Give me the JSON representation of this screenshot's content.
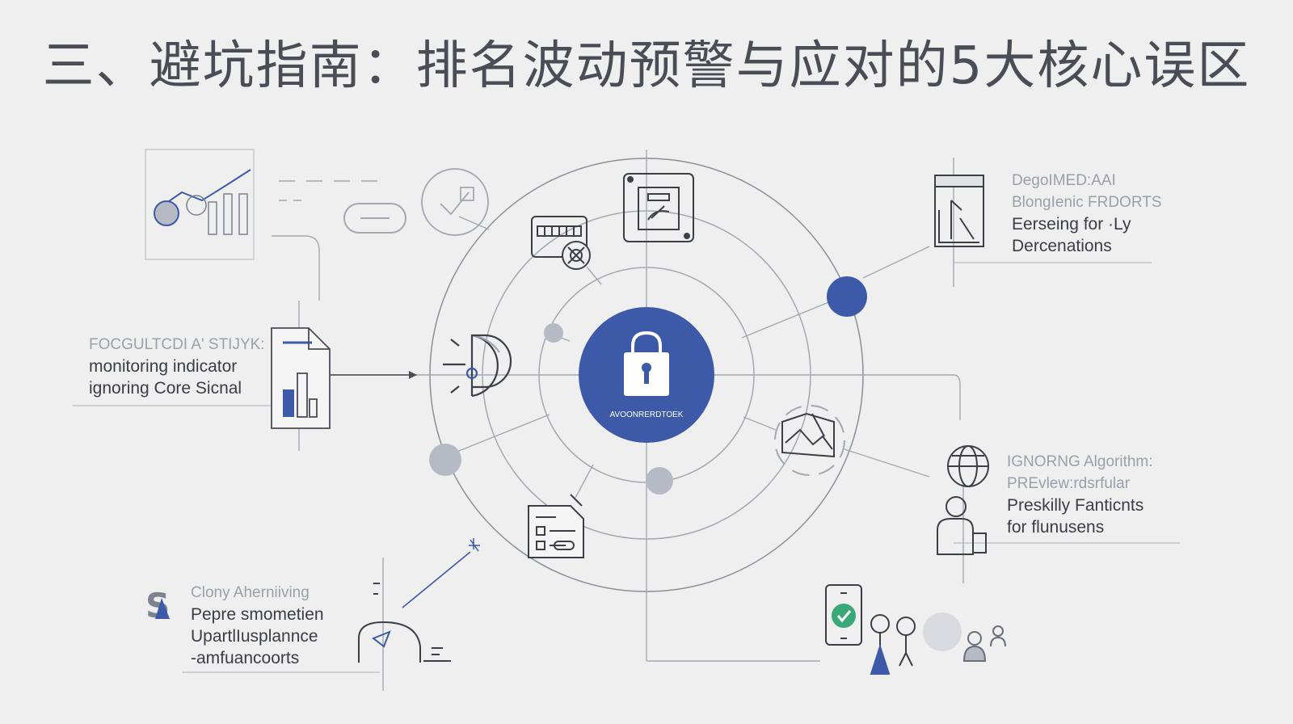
{
  "title": "三、避坑指南：排名波动预警与应对的5大核心误区",
  "center": {
    "label": "AVOONRERDTOEK",
    "icon": "lock-icon"
  },
  "colors": {
    "accent": "#3d5aa8",
    "node_grey": "#b6bac4",
    "line": "#8a9098",
    "text": "#3a3d44",
    "faint_text": "#9aa0aa"
  },
  "callouts": {
    "left_mid": {
      "heading": "FOCGULTCDI A' STIJYK:",
      "line1": "monitoring indicator",
      "line2": "ignoring Core Sicnal"
    },
    "right_top": {
      "heading": "DegoIMED:AAI",
      "subheading": "BlongIenic FRDORTS",
      "line1": "Eerseing for ·Ly",
      "line2": "Dercenations"
    },
    "right_mid": {
      "heading": "IGNORNG Algorithm:",
      "subheading": "PREvlew:rdsrfular",
      "line1": "Preskilly Fanticnts",
      "line2": "for flunusens"
    },
    "left_bottom": {
      "heading": "Clony Aherniiving",
      "line1": "Pepre smometien",
      "line2": "UpartlIusplannce",
      "line3": "-amfuancoorts"
    }
  },
  "icons": [
    "trend-chart-icon",
    "link-icon",
    "checkmark-circle-icon",
    "keyboard-gear-icon",
    "secure-document-icon",
    "target-icon",
    "chart-document-icon",
    "broken-image-icon",
    "report-document-icon",
    "flag-document-icon",
    "globe-person-icon",
    "pen-tool-icon",
    "approved-phone-icon",
    "people-group-icon"
  ]
}
